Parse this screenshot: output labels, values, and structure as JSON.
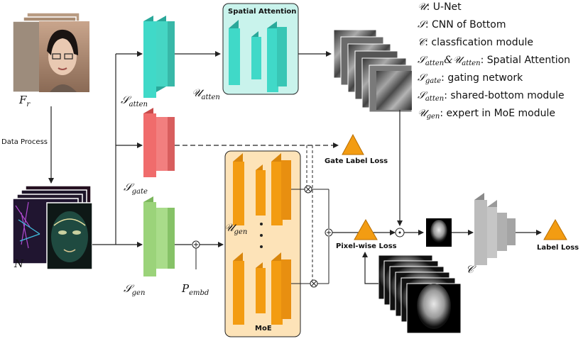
{
  "legend": [
    {
      "sym": "𝒰",
      "sub": "",
      "sym2": "",
      "sub2": "",
      "text": ": U-Net"
    },
    {
      "sym": "𝒮",
      "sub": "",
      "sym2": "",
      "sub2": "",
      "text": ": CNN of Bottom"
    },
    {
      "sym": "𝒞",
      "sub": "",
      "sym2": "",
      "sub2": "",
      "text": ": classfication module"
    },
    {
      "sym": "𝒮",
      "sub": "atten",
      "sym2": "&𝒰",
      "sub2": "atten",
      "text": ": Spatial Attention"
    },
    {
      "sym": "𝒮",
      "sub": "gate",
      "sym2": "",
      "sub2": "",
      "text": ": gating network"
    },
    {
      "sym": "𝒮",
      "sub": "atten",
      "sym2": "",
      "sub2": "",
      "text": ": shared-bottom module"
    },
    {
      "sym": "𝒰",
      "sub": "gen",
      "sym2": "",
      "sub2": "",
      "text": ": expert in MoE module"
    }
  ],
  "labels": {
    "fr": "F",
    "fr_sub": "r",
    "n": "N",
    "data_process": "Data Process",
    "s_atten": "𝒮",
    "s_atten_sub": "atten",
    "s_gate": "𝒮",
    "s_gate_sub": "gate",
    "s_gen": "𝒮",
    "s_gen_sub": "gen",
    "u_atten": "𝒰",
    "u_atten_sub": "atten",
    "u_gen": "𝒰",
    "u_gen_sub": "gen",
    "p_embd": "P",
    "p_embd_sub": "embd",
    "c": "𝒞",
    "spatial_attention": "Spatial Attention",
    "moe": "MoE",
    "gate_label_loss": "Gate Label Loss",
    "pixel_wise_loss": "Pixel-wise Loss",
    "label_loss": "Label Loss"
  },
  "colors": {
    "teal": "#40d9c8",
    "teal_dark": "#2aa89a",
    "red": "#f06c6c",
    "green": "#9bd37a",
    "orange": "#f39c12",
    "moe_bg": "#fde3b8",
    "sa_bg": "#c9f3ec",
    "gray": "#bcbcbc"
  }
}
